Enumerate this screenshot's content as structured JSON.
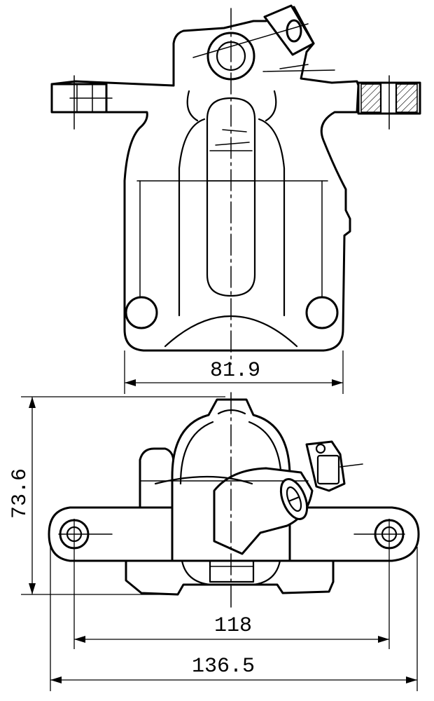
{
  "dimensions": {
    "top_width": "81.9",
    "height": "73.6",
    "bolt_spacing": "118",
    "overall_width": "136.5"
  },
  "colors": {
    "line": "#000000",
    "background": "#ffffff"
  }
}
